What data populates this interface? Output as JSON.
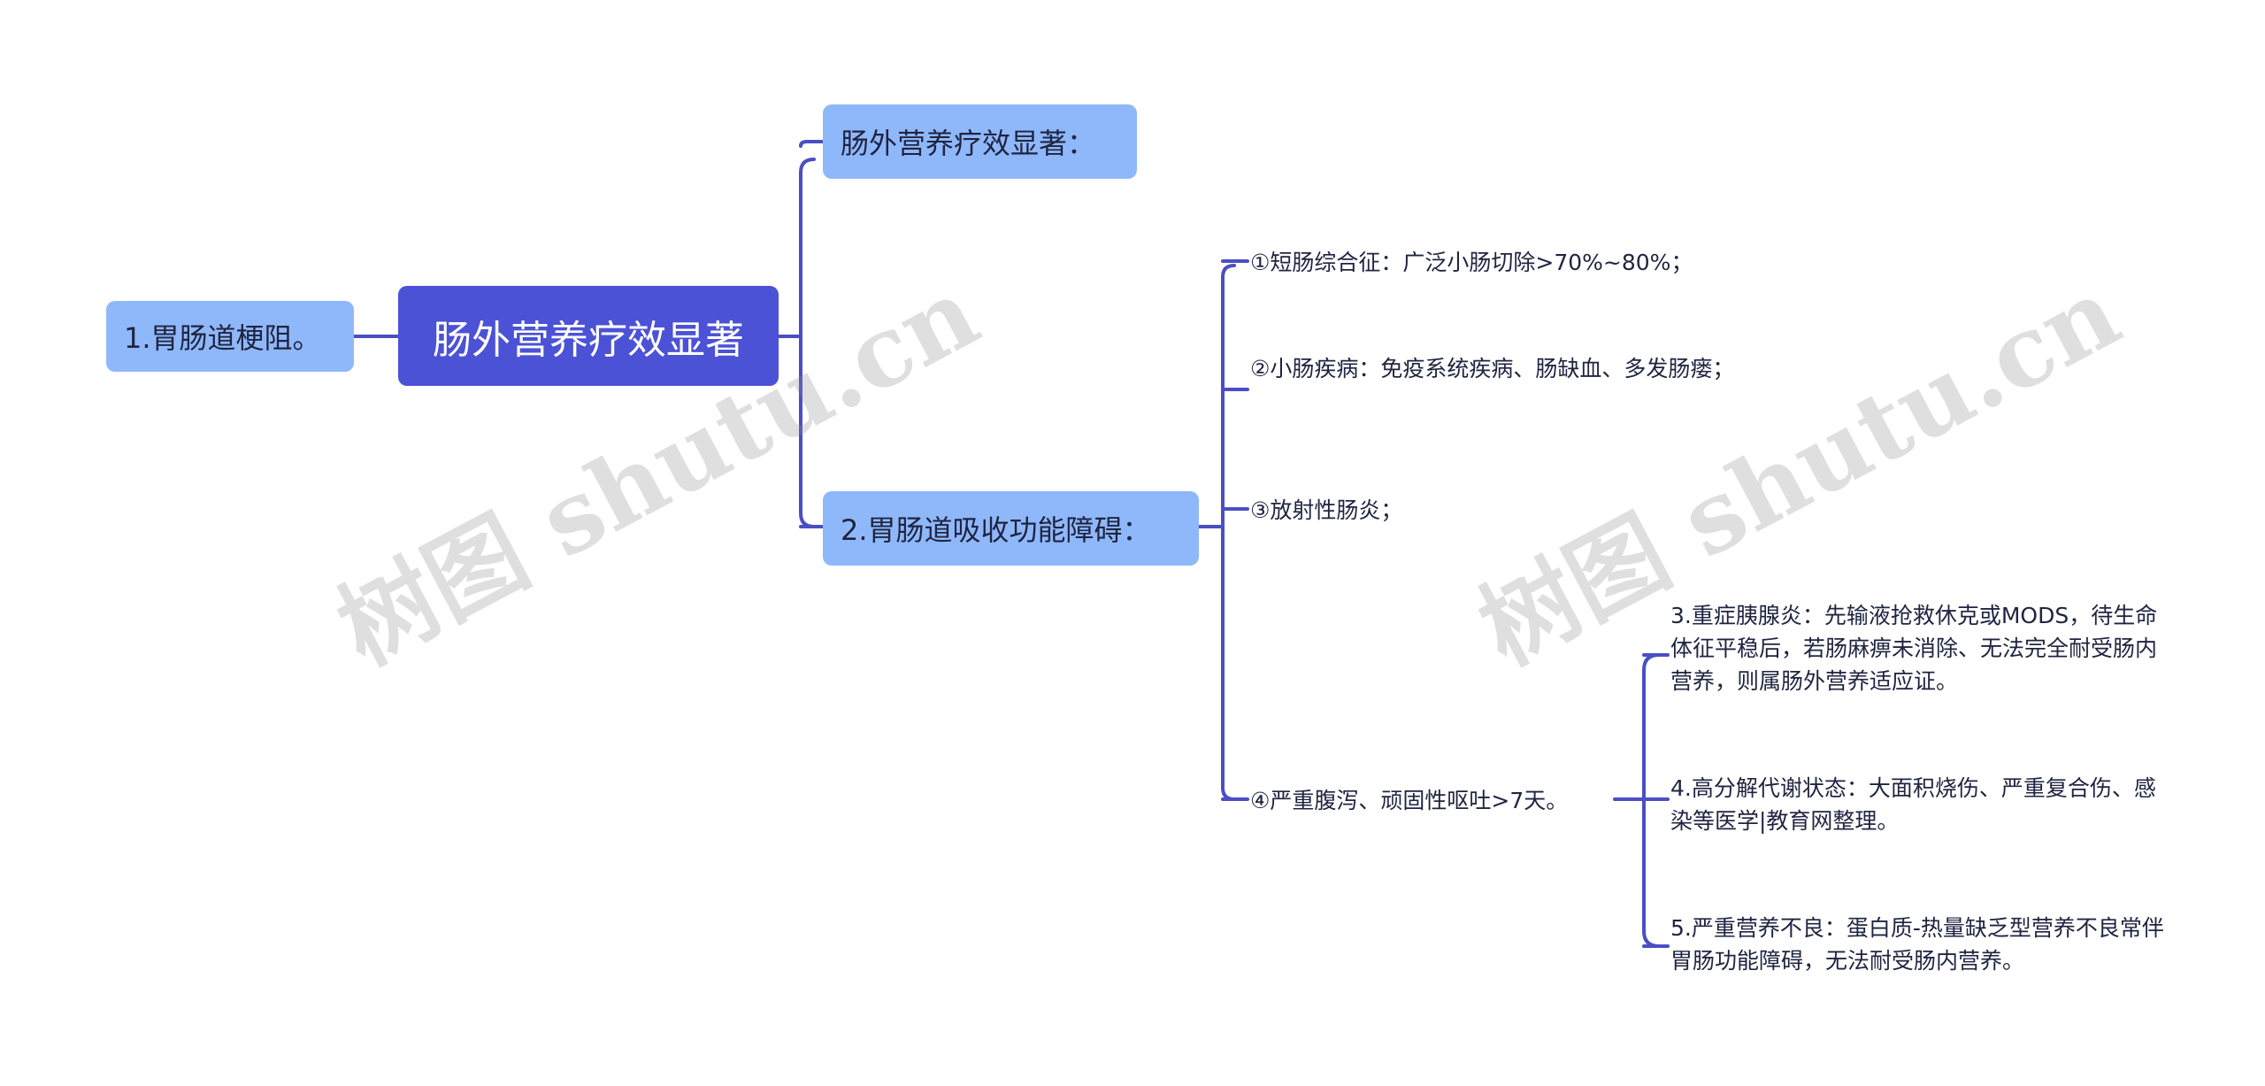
{
  "root": {
    "label": "肠外营养疗效显著"
  },
  "left_item": {
    "label": "1.胃肠道梗阻。"
  },
  "branches": [
    {
      "label": "肠外营养疗效显著："
    },
    {
      "label": "2.胃肠道吸收功能障碍："
    }
  ],
  "absorption_items": [
    {
      "label": "①短肠综合征：广泛小肠切除>70%~80%；"
    },
    {
      "label": "②小肠疾病：免疫系统疾病、肠缺血、多发肠瘘；"
    },
    {
      "label": "③放射性肠炎；"
    },
    {
      "label": "④严重腹泻、顽固性呕吐>7天。"
    }
  ],
  "sub_items": [
    {
      "label": "3.重症胰腺炎：先输液抢救休克或MODS，待生命体征平稳后，若肠麻痹未消除、无法完全耐受肠内营养，则属肠外营养适应证。"
    },
    {
      "label": "4.高分解代谢状态：大面积烧伤、严重复合伤、感染等医学|教育网整理。"
    },
    {
      "label": "5.严重营养不良：蛋白质-热量缺乏型营养不良常伴胃肠功能障碍，无法耐受肠内营养。"
    }
  ],
  "watermarks": [
    "树图 shutu.cn",
    "树图 shutu.cn"
  ],
  "colors": {
    "line": "#4a4fc4",
    "root_fill": "#4b52d6",
    "node_fill": "#8fb8fb"
  }
}
